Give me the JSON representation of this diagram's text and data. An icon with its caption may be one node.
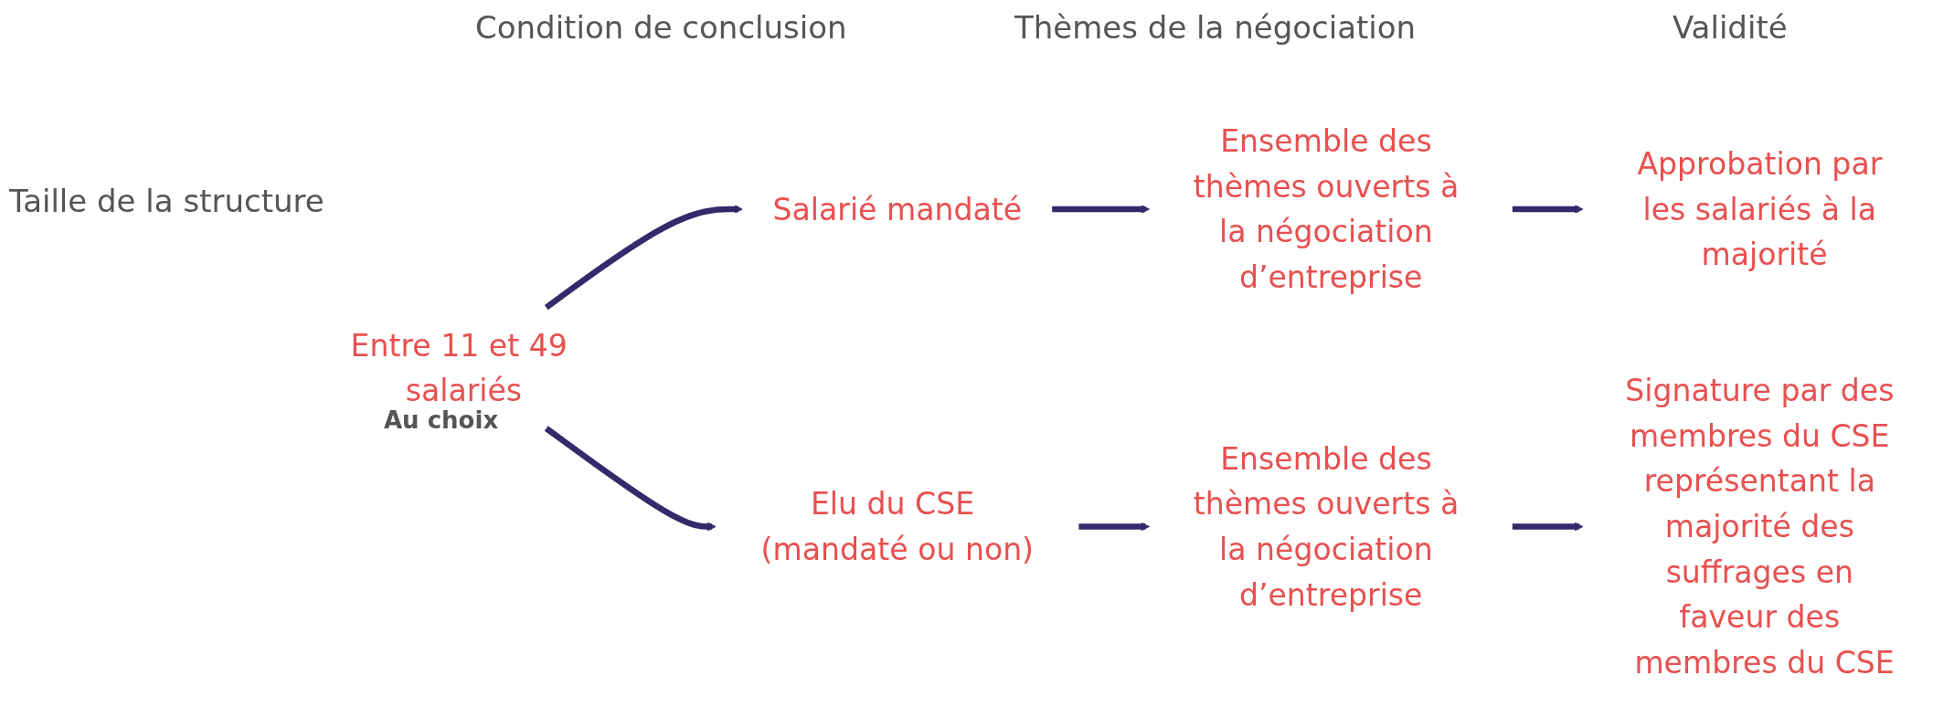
{
  "diagram": {
    "nodes": [
      {
        "text": [
          "Entre 11 et 49 salariés"
        ]
      },
      {
        "text": [
          "Salarié mandaté"
        ]
      },
      {
        "text": [
          "Ensemble des thèmes ouverts à la négociation d’entreprise"
        ]
      },
      {
        "text": [
          "Approbation par les salariés à la majorité"
        ]
      },
      {
        "text": [
          "Elu du CSE (mandaté ou non)"
        ]
      },
      {
        "text": [
          "Ensemble des thèmes ouverts à la négociation d’entreprise"
        ]
      },
      {
        "text": [
          "Signature par des membres du CSE représentant la majorité des suffrages en faveur des membres du CSE"
        ]
      }
    ],
    "edges": [
      {
        "from": 0,
        "to": 1,
        "arrow": "to"
      },
      {
        "from": 1,
        "to": 2,
        "arrow": "to"
      },
      {
        "from": 2,
        "to": 3,
        "arrow": "to"
      },
      {
        "from": 0,
        "to": 4,
        "arrow": "to"
      },
      {
        "from": 4,
        "to": 5,
        "arrow": "to"
      },
      {
        "from": 5,
        "to": 6,
        "arrow": "to"
      }
    ],
    "labels": [
      "Condition de conclusion",
      "Thèmes de la négociation",
      "Validité",
      "Taille de la structure",
      "Au choix"
    ]
  }
}
